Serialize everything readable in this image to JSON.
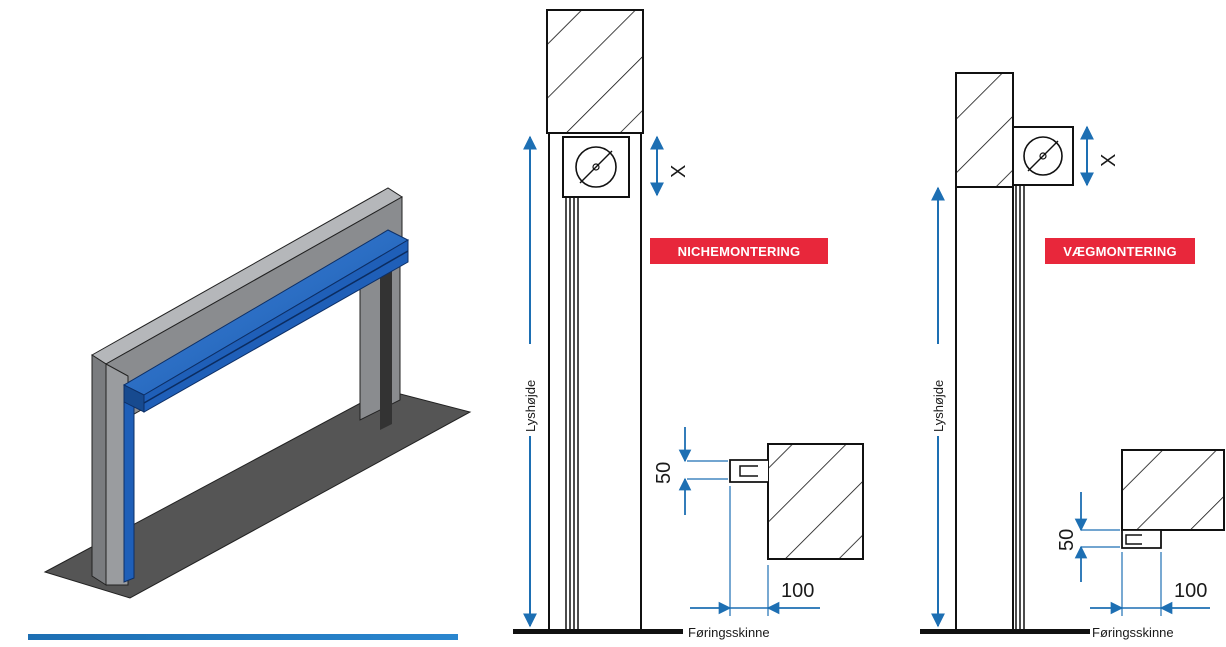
{
  "labels": {
    "niche_badge": "NICHEMONTERING",
    "wall_badge": "VÆGMONTERING",
    "clear_height": "Lyshøjde",
    "guide_rail": "Føringsskinne",
    "x_dim": "X",
    "dim_50": "50",
    "dim_100": "100"
  },
  "colors": {
    "badge": "#e8273b",
    "arrow": "#1d6fb3",
    "blue_line": "#1d6fb3",
    "door_blue": "#1f5fb8",
    "frame_gray": "#8a8c8f",
    "floor": "#555555",
    "outline": "#111111"
  }
}
